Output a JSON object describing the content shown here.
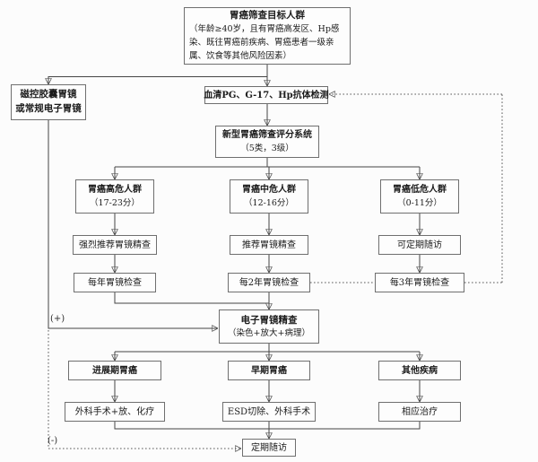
{
  "figure": {
    "background": "#fcfcfc",
    "line_color": "#454545",
    "box_border_color": "#6f6f6f",
    "text_color": "#1b1b1b"
  },
  "labels": {
    "positive": "(+)",
    "negative": "(-)"
  },
  "nodes": {
    "target": {
      "title": "胃癌筛查目标人群",
      "body": "（年龄≥40岁，且有胃癌高发区、Hp感染、既往胃癌前疾病、胃癌患者一级亲属、饮食等其他风险因素）"
    },
    "capsule": {
      "line1": "磁控胶囊胃镜",
      "line2": "或常规电子胃镜"
    },
    "serum": {
      "label": "血清PG、G-17、Hp抗体检测"
    },
    "scoring": {
      "title": "新型胃癌筛查评分系统",
      "sub": "（5类，3级）"
    },
    "risk_high": {
      "title": "胃癌高危人群",
      "sub": "（17-23分）"
    },
    "risk_mid": {
      "title": "胃癌中危人群",
      "sub": "（12-16分）"
    },
    "risk_low": {
      "title": "胃癌低危人群",
      "sub": "（0-11分）"
    },
    "rec_high": {
      "label": "强烈推荐胃镜精查"
    },
    "rec_mid": {
      "label": "推荐胃镜精查"
    },
    "rec_low": {
      "label": "可定期随访"
    },
    "interval_high": {
      "label": "每年胃镜检查"
    },
    "interval_mid": {
      "label": "每2年胃镜检查"
    },
    "interval_low": {
      "label": "每3年胃镜检查"
    },
    "egd": {
      "title": "电子胃镜精查",
      "sub": "（染色+放大+病理）"
    },
    "advanced_gc": {
      "label": "进展期胃癌"
    },
    "early_gc": {
      "label": "早期胃癌"
    },
    "other_disease": {
      "label": "其他疾病"
    },
    "treat_advanced": {
      "label": "外科手术+放、化疗"
    },
    "treat_early": {
      "label": "ESD切除、外科手术"
    },
    "treat_other": {
      "label": "相应治疗"
    },
    "followup": {
      "label": "定期随访"
    }
  }
}
